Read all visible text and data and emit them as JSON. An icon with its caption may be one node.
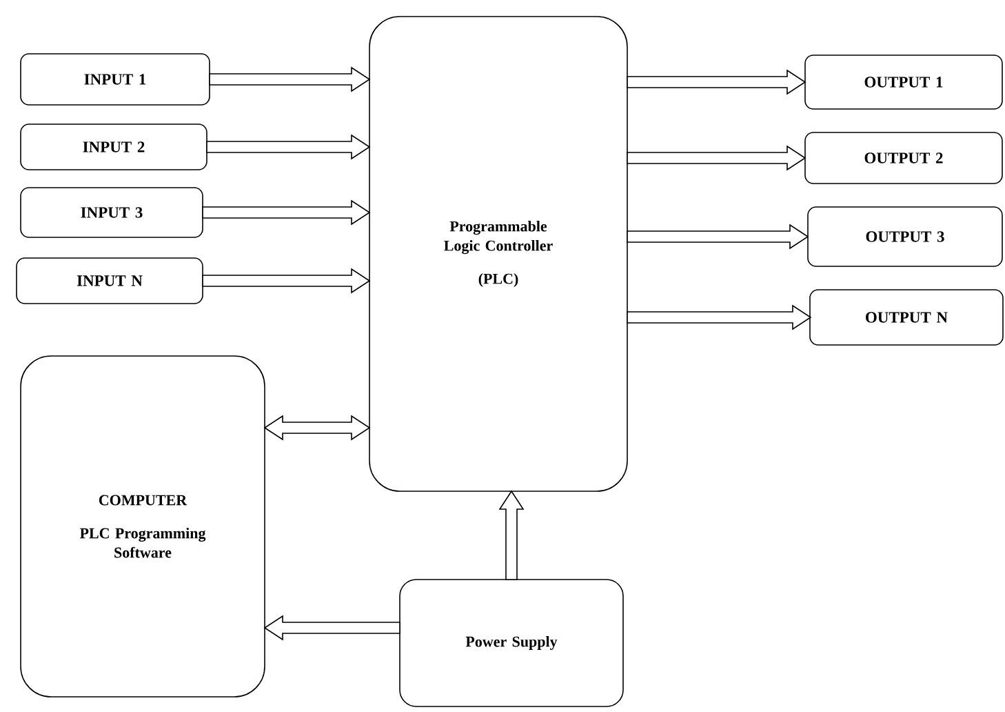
{
  "diagram": {
    "nodes": [
      {
        "text": [
          "Programmable Logic Controller",
          "(PLC)"
        ]
      },
      {
        "text": [
          "INPUT 1"
        ]
      },
      {
        "text": [
          "INPUT 2"
        ]
      },
      {
        "text": [
          "INPUT 3"
        ]
      },
      {
        "text": [
          "INPUT N"
        ]
      },
      {
        "text": [
          "OUTPUT 1"
        ]
      },
      {
        "text": [
          "OUTPUT 2"
        ]
      },
      {
        "text": [
          "OUTPUT 3"
        ]
      },
      {
        "text": [
          "OUTPUT N"
        ]
      },
      {
        "text": [
          "COMPUTER",
          "PLC Programming Software"
        ]
      },
      {
        "text": [
          "Power Supply"
        ]
      }
    ],
    "edges": [
      {
        "from": 1,
        "to": 0,
        "arrow": "to"
      },
      {
        "from": 2,
        "to": 0,
        "arrow": "to"
      },
      {
        "from": 3,
        "to": 0,
        "arrow": "to"
      },
      {
        "from": 4,
        "to": 0,
        "arrow": "to"
      },
      {
        "from": 0,
        "to": 5,
        "arrow": "to"
      },
      {
        "from": 0,
        "to": 6,
        "arrow": "to"
      },
      {
        "from": 0,
        "to": 7,
        "arrow": "to"
      },
      {
        "from": 0,
        "to": 8,
        "arrow": "to"
      },
      {
        "from": 9,
        "to": 0,
        "arrow": "both"
      },
      {
        "from": 10,
        "to": 0,
        "arrow": "to"
      },
      {
        "from": 10,
        "to": 9,
        "arrow": "to"
      }
    ]
  }
}
